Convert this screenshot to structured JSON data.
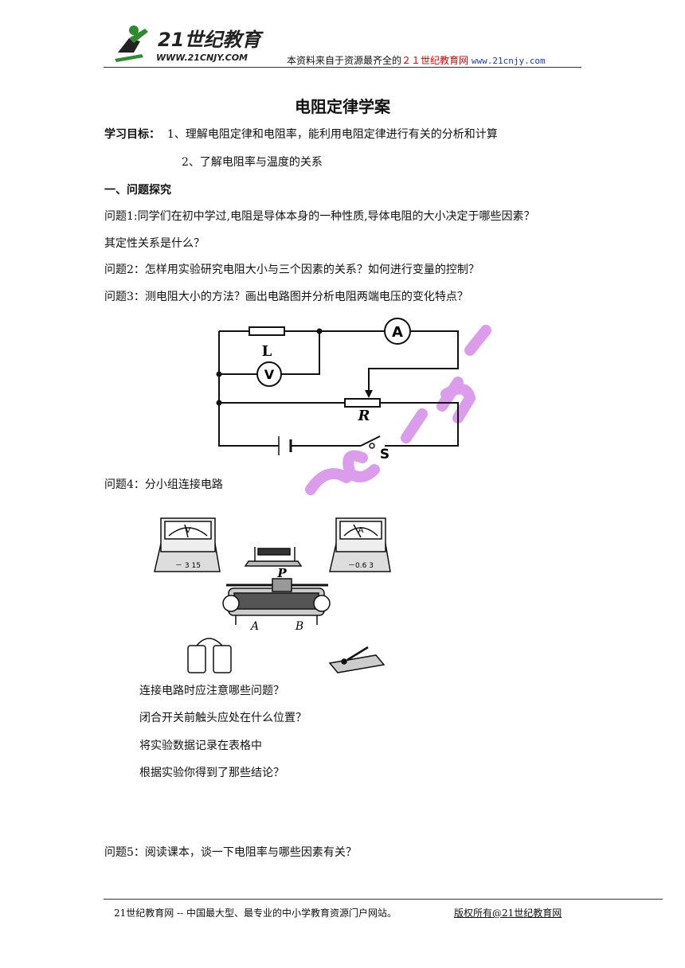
{
  "header": {
    "logo_main": "21世纪教育",
    "logo_url": "WWW.21CNJY.COM",
    "note_prefix": "本资料来自于资源最齐全的",
    "note_red": "２１世纪教育网",
    "note_url": "www.21cnjy.com"
  },
  "title": "电阻定律学案",
  "goals": {
    "label": "学习目标：",
    "item1": "1、理解电阻定律和电阻率，能利用电阻定律进行有关的分析和计算",
    "item2": "2、了解电阻率与温度的关系"
  },
  "section1": "一、问题探究",
  "q1a": "问题1:同学们在初中学过,电阻是导体本身的一种性质,导体电阻的大小决定于哪些因素？",
  "q1b": "其定性关系是什么？",
  "q2": "问题2：怎样用实验研究电阻大小与三个因素的关系？如何进行变量的控制？",
  "q3": "问题3：测电阻大小的方法？画出电路图并分析电阻两端电压的变化特点？",
  "circuit": {
    "L": "L",
    "V": "V",
    "A": "A",
    "R": "R",
    "S": "S"
  },
  "q4": "问题4：分小组连接电路",
  "apparatus": {
    "volt_letter": "V",
    "volt_terms": "－ 3 15",
    "amp_letter": "A",
    "amp_terms": "－0.6 3",
    "rheo_P": "P",
    "rheo_A": "A",
    "rheo_B": "B"
  },
  "sub": {
    "s1": "连接电路时应注意哪些问题？",
    "s2": "闭合开关前触头应处在什么位置？",
    "s3": "将实验数据记录在表格中",
    "s4": "根据实验你得到了那些结论？"
  },
  "q5": "问题5：阅读课本，谈一下电阻率与哪些因素有关？",
  "footer": {
    "left": "21世纪教育网 -- 中国最大型、最专业的中小学教育资源门户网站。",
    "right": "版权所有@21世纪教育网"
  },
  "colors": {
    "watermark": "#d58ce8",
    "accent_red": "#d40000",
    "logo_green": "#2f8a2f"
  }
}
